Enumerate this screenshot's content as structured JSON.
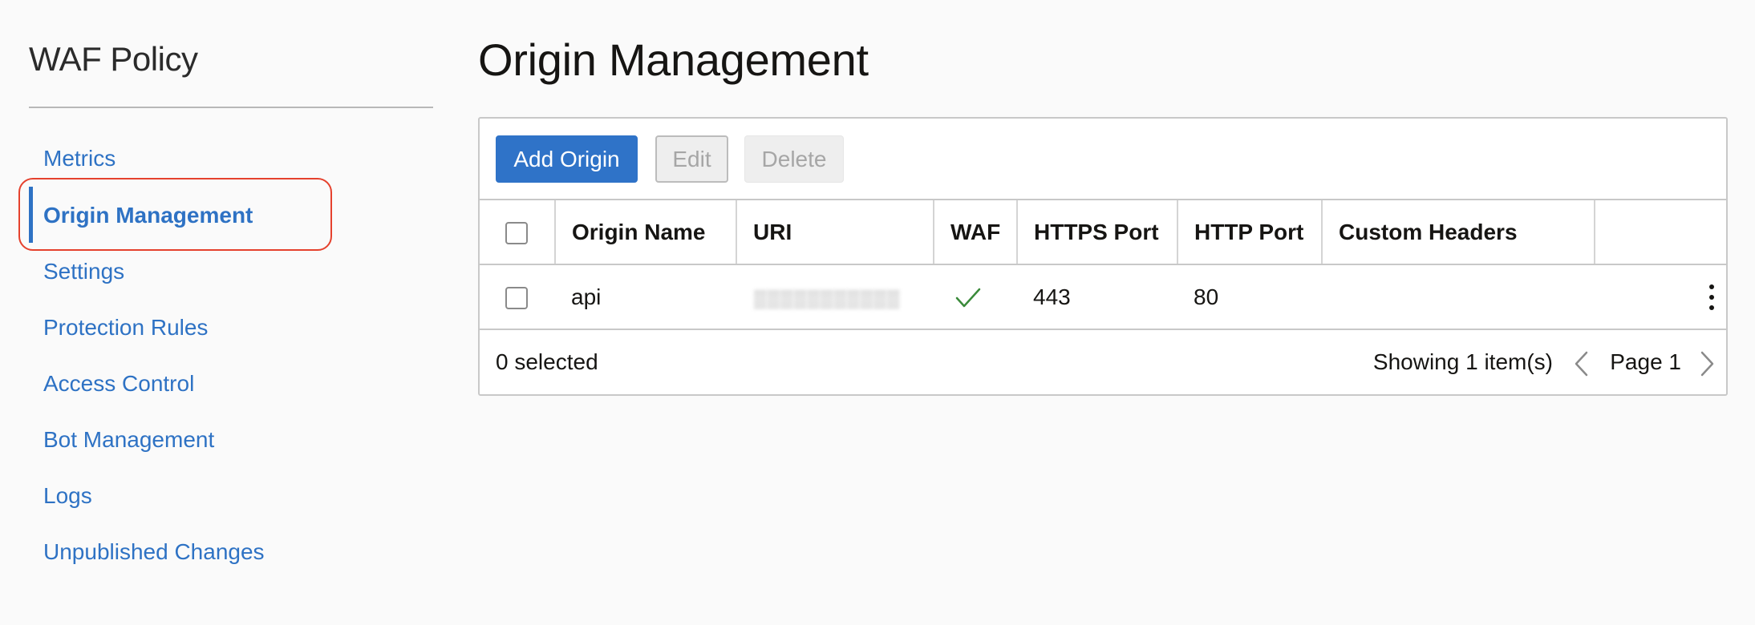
{
  "sidebar": {
    "title": "WAF Policy",
    "items": [
      {
        "label": "Metrics",
        "active": false
      },
      {
        "label": "Origin Management",
        "active": true
      },
      {
        "label": "Settings",
        "active": false
      },
      {
        "label": "Protection Rules",
        "active": false
      },
      {
        "label": "Access Control",
        "active": false
      },
      {
        "label": "Bot Management",
        "active": false
      },
      {
        "label": "Logs",
        "active": false
      },
      {
        "label": "Unpublished Changes",
        "active": false
      }
    ]
  },
  "main": {
    "title": "Origin Management",
    "toolbar": {
      "add_label": "Add Origin",
      "edit_label": "Edit",
      "delete_label": "Delete"
    },
    "table": {
      "headers": [
        "",
        "Origin Name",
        "URI",
        "WAF",
        "HTTPS Port",
        "HTTP Port",
        "Custom Headers",
        ""
      ],
      "rows": [
        {
          "origin_name": "api",
          "uri": "",
          "waf_enabled": true,
          "https_port": "443",
          "http_port": "80",
          "custom_headers": ""
        }
      ]
    },
    "footer": {
      "selected": "0 selected",
      "showing": "Showing 1 item(s)",
      "page": "Page 1"
    }
  },
  "colors": {
    "accent": "#2e72c4",
    "primary_button": "#2f73c8",
    "highlight": "#e5412d",
    "waf_check": "#3a8a3a"
  }
}
